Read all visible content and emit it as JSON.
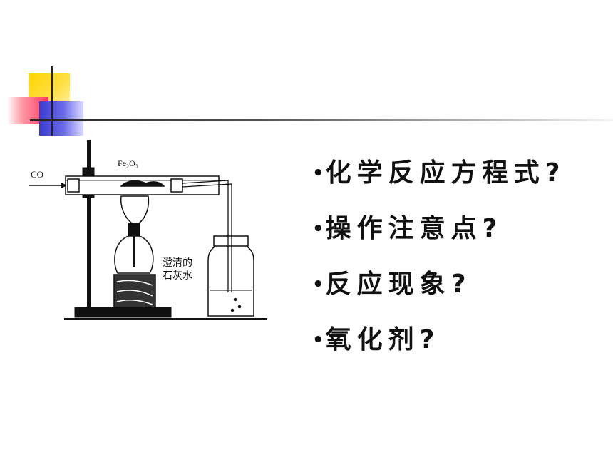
{
  "diagram": {
    "inlet_label": "CO",
    "tube_label": "Fe₂O₃",
    "bottle_label_line1": "澄清的",
    "bottle_label_line2": "石灰水"
  },
  "bullet_symbol": "•",
  "questions": [
    "化学反应方程式?",
    "操作注意点?",
    "反应现象?",
    "氧化剂?"
  ]
}
